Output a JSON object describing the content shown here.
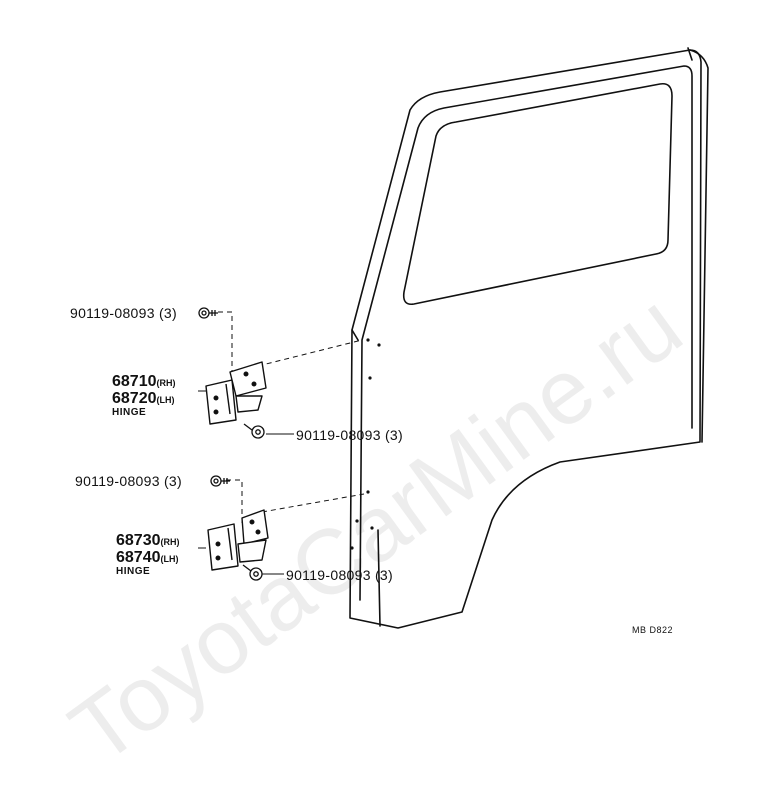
{
  "watermark": "ToyotaCarMine.ru",
  "bolt_labels": {
    "upper_left": "90119-08093 (3)",
    "upper_right": "90119-08093 (3)",
    "lower_left": "90119-08093 (3)",
    "lower_right": "90119-08093 (3)"
  },
  "upper_hinge": {
    "rh_number": "68710",
    "rh_side": "(RH)",
    "lh_number": "68720",
    "lh_side": "(LH)",
    "caption": "HINGE"
  },
  "lower_hinge": {
    "rh_number": "68730",
    "rh_side": "(RH)",
    "lh_number": "68740",
    "lh_side": "(LH)",
    "caption": "HINGE"
  },
  "diagram_code": "MB D822"
}
